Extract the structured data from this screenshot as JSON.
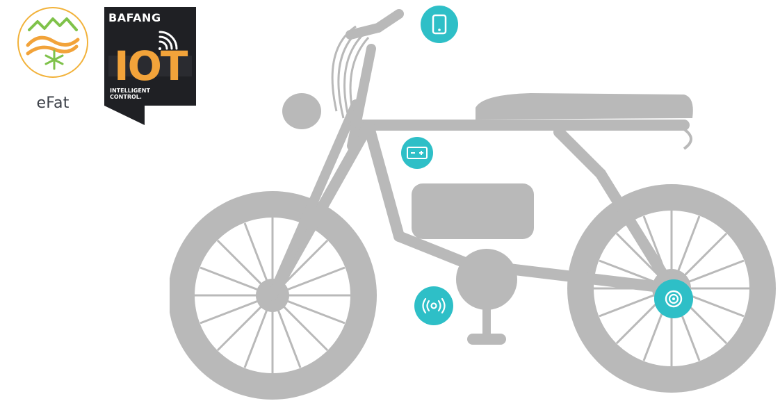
{
  "brand": {
    "label": "eFat",
    "logo_icon": "mountain-snowflake-logo-icon",
    "accent_color": "#f2a33a"
  },
  "iot_badge": {
    "brand": "BAFANG",
    "big_text": "IOT",
    "small_text": "INTELLIGENT\nCONTROL.",
    "icon": "wifi-icon",
    "bg_color": "#1f2024",
    "accent_color": "#f2a33a"
  },
  "hotspots": [
    {
      "name": "display",
      "icon": "smartphone-icon"
    },
    {
      "name": "battery",
      "icon": "battery-icon"
    },
    {
      "name": "sensor",
      "icon": "wireless-signal-icon"
    },
    {
      "name": "motor",
      "icon": "hub-motor-icon"
    }
  ],
  "colors": {
    "hotspot": "#2ebfc7",
    "bike_silhouette": "#b9b9b9"
  }
}
